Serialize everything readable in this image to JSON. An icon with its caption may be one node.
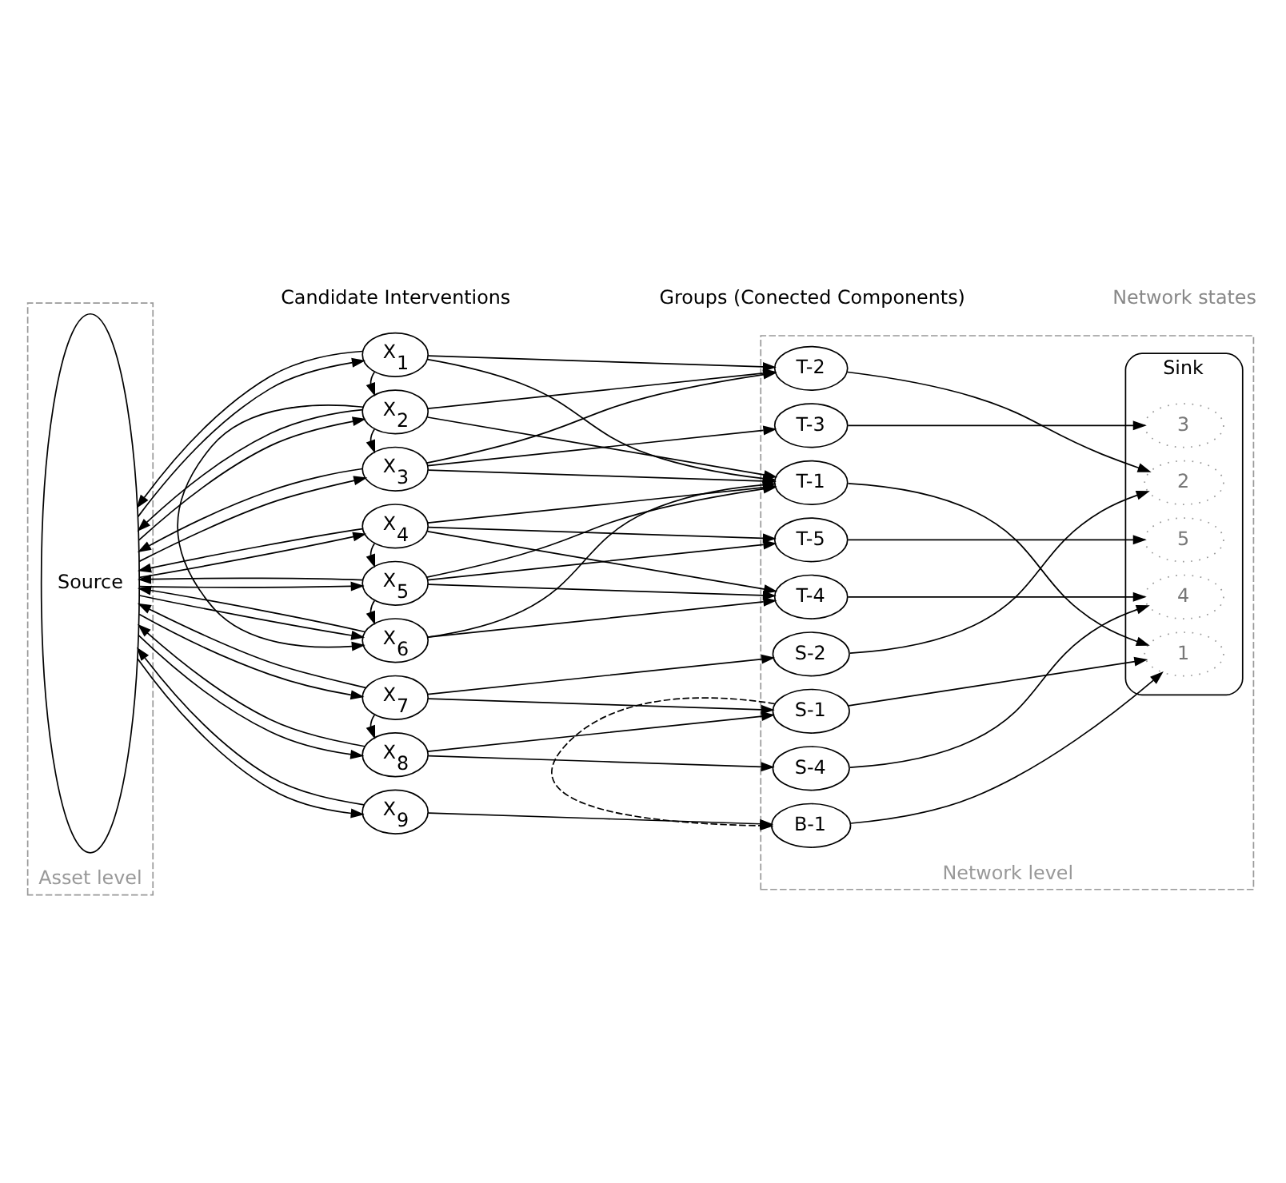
{
  "diagram": {
    "nodes": [
      {
        "text": [
          "Asset level"
        ]
      },
      {
        "text": [
          "Source"
        ],
        "in": 0
      },
      {
        "text": [
          "Network level"
        ]
      },
      {
        "text": [
          "X$_{1}$"
        ]
      },
      {
        "text": [
          "X$_{2}$"
        ]
      },
      {
        "text": [
          "X$_{3}$"
        ]
      },
      {
        "text": [
          "X$_{4}$"
        ]
      },
      {
        "text": [
          "X$_{5}$"
        ]
      },
      {
        "text": [
          "X$_{6}$"
        ]
      },
      {
        "text": [
          "X$_{7}$"
        ]
      },
      {
        "text": [
          "X$_{8}$"
        ]
      },
      {
        "text": [
          "X$_{9}$"
        ]
      },
      {
        "text": [
          "T-2"
        ],
        "in": 2
      },
      {
        "text": [
          "S-2"
        ],
        "in": 2
      },
      {
        "text": [
          "T-3"
        ],
        "in": 2
      },
      {
        "text": [
          "T-1"
        ],
        "in": 2
      },
      {
        "text": [
          "S-1"
        ],
        "in": 2
      },
      {
        "text": [
          "B-1"
        ],
        "in": 2
      },
      {
        "text": [
          "T-5"
        ],
        "in": 2
      },
      {
        "text": [
          "T-4"
        ],
        "in": 2
      },
      {
        "text": [
          "S-4"
        ],
        "in": 2
      },
      {
        "text": [
          "Sink"
        ],
        "in": 2
      },
      {
        "text": [
          "2"
        ],
        "in": 21
      },
      {
        "text": [
          "3"
        ],
        "in": 21
      },
      {
        "text": [
          "1"
        ],
        "in": 21
      },
      {
        "text": [
          "5"
        ],
        "in": 21
      },
      {
        "text": [
          "4"
        ],
        "in": 21
      }
    ],
    "edges": [
      {
        "from": 3,
        "to": 1,
        "arrow": "to"
      },
      {
        "from": 1,
        "to": 3,
        "arrow": "to"
      },
      {
        "from": 4,
        "to": 1,
        "arrow": "to"
      },
      {
        "from": 1,
        "to": 4,
        "arrow": "to"
      },
      {
        "from": 5,
        "to": 1,
        "arrow": "to"
      },
      {
        "from": 1,
        "to": 5,
        "arrow": "to"
      },
      {
        "from": 6,
        "to": 1,
        "arrow": "to"
      },
      {
        "from": 1,
        "to": 6,
        "arrow": "to"
      },
      {
        "from": 7,
        "to": 1,
        "arrow": "to"
      },
      {
        "from": 1,
        "to": 7,
        "arrow": "to"
      },
      {
        "from": 8,
        "to": 1,
        "arrow": "to"
      },
      {
        "from": 1,
        "to": 8,
        "arrow": "to"
      },
      {
        "from": 9,
        "to": 1,
        "arrow": "to"
      },
      {
        "from": 1,
        "to": 9,
        "arrow": "to"
      },
      {
        "from": 10,
        "to": 1,
        "arrow": "to"
      },
      {
        "from": 1,
        "to": 10,
        "arrow": "to"
      },
      {
        "from": 11,
        "to": 1,
        "arrow": "to"
      },
      {
        "from": 1,
        "to": 11,
        "arrow": "to"
      },
      {
        "from": 3,
        "to": 4,
        "arrow": "to"
      },
      {
        "from": 4,
        "to": 5,
        "arrow": "to"
      },
      {
        "from": 4,
        "to": 8,
        "arrow": "to"
      },
      {
        "from": 6,
        "to": 7,
        "arrow": "to"
      },
      {
        "from": 7,
        "to": 8,
        "arrow": "to"
      },
      {
        "from": 9,
        "to": 10,
        "arrow": "to"
      },
      {
        "from": 3,
        "to": 12,
        "arrow": "to"
      },
      {
        "from": 3,
        "to": 15,
        "arrow": "to"
      },
      {
        "from": 4,
        "to": 12,
        "arrow": "to"
      },
      {
        "from": 4,
        "to": 15,
        "arrow": "to"
      },
      {
        "from": 5,
        "to": 12,
        "arrow": "to"
      },
      {
        "from": 5,
        "to": 14,
        "arrow": "to"
      },
      {
        "from": 5,
        "to": 15,
        "arrow": "to"
      },
      {
        "from": 6,
        "to": 15,
        "arrow": "to"
      },
      {
        "from": 6,
        "to": 18,
        "arrow": "to"
      },
      {
        "from": 6,
        "to": 19,
        "arrow": "to"
      },
      {
        "from": 7,
        "to": 15,
        "arrow": "to"
      },
      {
        "from": 7,
        "to": 18,
        "arrow": "to"
      },
      {
        "from": 7,
        "to": 19,
        "arrow": "to"
      },
      {
        "from": 8,
        "to": 15,
        "arrow": "to"
      },
      {
        "from": 8,
        "to": 19,
        "arrow": "to"
      },
      {
        "from": 9,
        "to": 13,
        "arrow": "to"
      },
      {
        "from": 9,
        "to": 16,
        "arrow": "to"
      },
      {
        "from": 10,
        "to": 16,
        "arrow": "to"
      },
      {
        "from": 10,
        "to": 20,
        "arrow": "to"
      },
      {
        "from": 11,
        "to": 17,
        "arrow": "to"
      },
      {
        "from": 16,
        "to": 17,
        "arrow": "to",
        "style": "dashed"
      },
      {
        "from": 12,
        "to": 22,
        "arrow": "to"
      },
      {
        "from": 13,
        "to": 22,
        "arrow": "to"
      },
      {
        "from": 14,
        "to": 23,
        "arrow": "to"
      },
      {
        "from": 15,
        "to": 24,
        "arrow": "to"
      },
      {
        "from": 16,
        "to": 24,
        "arrow": "to"
      },
      {
        "from": 17,
        "to": 24,
        "arrow": "to"
      },
      {
        "from": 18,
        "to": 25,
        "arrow": "to"
      },
      {
        "from": 19,
        "to": 26,
        "arrow": "to"
      },
      {
        "from": 20,
        "to": 26,
        "arrow": "to"
      }
    ],
    "labels": [
      "Candidate Interventions",
      "Groups (Conected Components)",
      "Network states"
    ]
  }
}
